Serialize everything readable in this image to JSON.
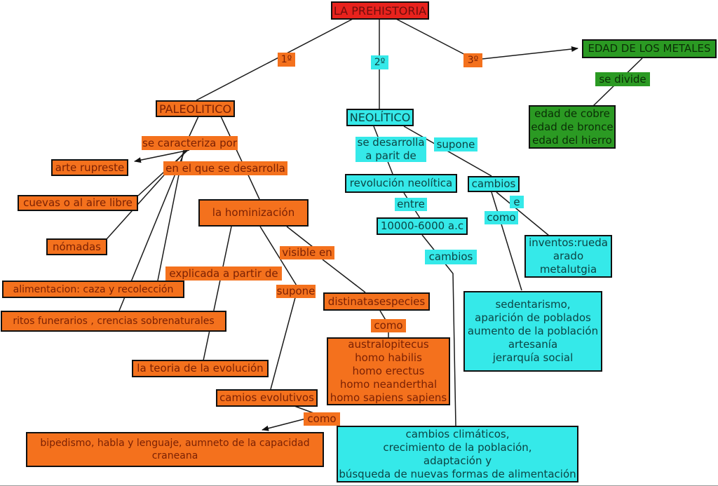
{
  "diagram_title": "LA PREHISTORIA",
  "colors": {
    "root_red": "#e8221d",
    "paleolithic_orange": "#f4711d",
    "neolithic_cyan": "#35e9e9",
    "metals_green": "#2b9a23",
    "line_black": "#1a1a1a",
    "background": "#ffffff"
  },
  "nodes": {
    "prehistoria": {
      "label": "LA PREHISTORIA"
    },
    "orden1": {
      "label": "1º"
    },
    "orden2": {
      "label": "2º"
    },
    "orden3": {
      "label": "3º"
    },
    "paleolitico": {
      "label": "PALEOLITICO"
    },
    "neolitico": {
      "label": "NEOLÍTICO"
    },
    "edad_metales": {
      "label": "EDAD DE LOS METALES"
    },
    "se_divide": {
      "label": "se divide"
    },
    "edades_metal": {
      "lines": [
        "edad de cobre",
        "edad de bronce",
        "edad del hierro"
      ]
    },
    "se_caracteriza": {
      "label": "se caracteriza por"
    },
    "arte_rupestre": {
      "label": "arte rupreste"
    },
    "cuevas": {
      "label": "cuevas o al aire libre"
    },
    "nomadas": {
      "label": "nómadas"
    },
    "en_el_que": {
      "label": "en el que se desarrolla"
    },
    "hominizacion": {
      "label": "la hominización"
    },
    "visible_en": {
      "label": "visible en"
    },
    "explicada": {
      "label": "explicada a partir de"
    },
    "supone_paleo": {
      "label": "supone"
    },
    "alimentacion": {
      "label": "alimentacion: caza y recolección"
    },
    "ritos": {
      "label": "ritos funerarios , crencias sobrenaturales"
    },
    "teoria": {
      "label": "la teoria de la evolución"
    },
    "camios": {
      "label": "camios evolutivos"
    },
    "como_camios": {
      "label": "como"
    },
    "bipedismo": {
      "lines": [
        "bipedismo, habla y lenguaje, aumneto de la capacidad",
        "craneana"
      ]
    },
    "distintas": {
      "label": "distinatasespecies"
    },
    "como_especies": {
      "label": "como"
    },
    "especies": {
      "lines": [
        "australopitecus",
        "homo habilis",
        "homo erectus",
        "homo neanderthal",
        "homo sapiens sapiens"
      ]
    },
    "se_desarrolla": {
      "lines": [
        "se desarrolla",
        "a parit de"
      ]
    },
    "supone_neo": {
      "label": "supone"
    },
    "revolucion": {
      "label": "revolución neolítica"
    },
    "entre": {
      "label": "entre"
    },
    "fechas": {
      "label": "10000-6000 a.c"
    },
    "cambios_neo": {
      "label": "cambios"
    },
    "e_conj": {
      "label": "e"
    },
    "como_neo": {
      "label": "como"
    },
    "cambios_label": {
      "label": "cambios"
    },
    "inventos": {
      "lines": [
        "inventos:rueda",
        "arado",
        "metalutgia"
      ]
    },
    "sedentarismo": {
      "lines": [
        "sedentarismo,",
        "aparición de poblados",
        "aumento de la población",
        "artesanía",
        "jerarquía social"
      ]
    },
    "cambios_clima": {
      "lines": [
        "cambios climáticos,",
        "crecimiento de la población,",
        "adaptación y",
        "búsqueda de nuevas formas de alimentación"
      ]
    }
  }
}
